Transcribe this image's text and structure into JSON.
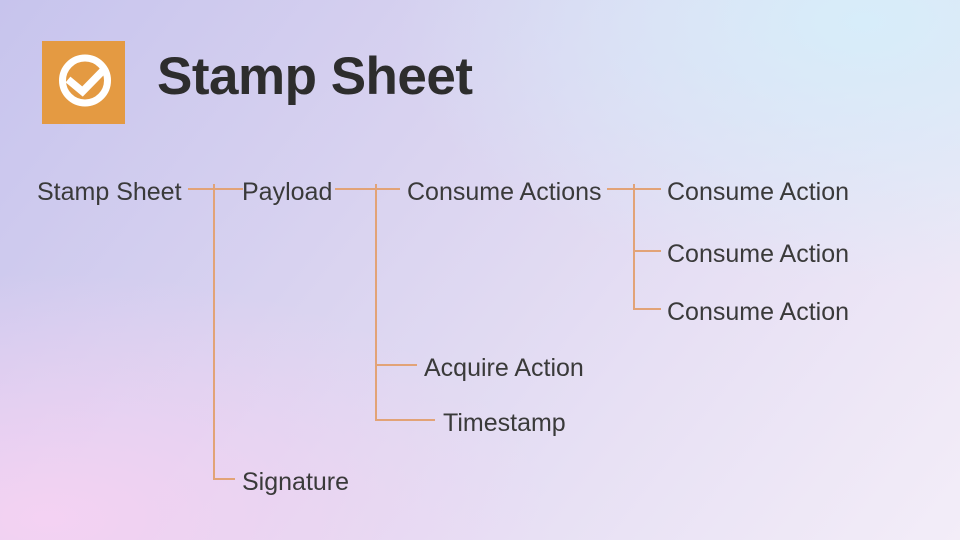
{
  "header": {
    "title": "Stamp Sheet",
    "icon": "check-circle-icon"
  },
  "tree": {
    "label": "Stamp Sheet",
    "children": [
      {
        "label": "Payload",
        "children": [
          {
            "label": "Consume Actions",
            "children": [
              {
                "label": "Consume Action"
              },
              {
                "label": "Consume Action"
              },
              {
                "label": "Consume Action"
              }
            ]
          },
          {
            "label": "Acquire Action"
          },
          {
            "label": "Timestamp"
          }
        ]
      },
      {
        "label": "Signature"
      }
    ]
  },
  "colors": {
    "icon_bg": "#E49A42",
    "icon_glyph": "#FFFFFF",
    "connector": "#E2A377",
    "title_text": "#2D2D2D",
    "label_text": "#3A3A3A",
    "bg_top_left": "#C9C6EE",
    "bg_top_right": "#D8ECF8",
    "bg_bottom_left": "#F5D4F4",
    "bg_bottom_right": "#F2ECF7"
  }
}
